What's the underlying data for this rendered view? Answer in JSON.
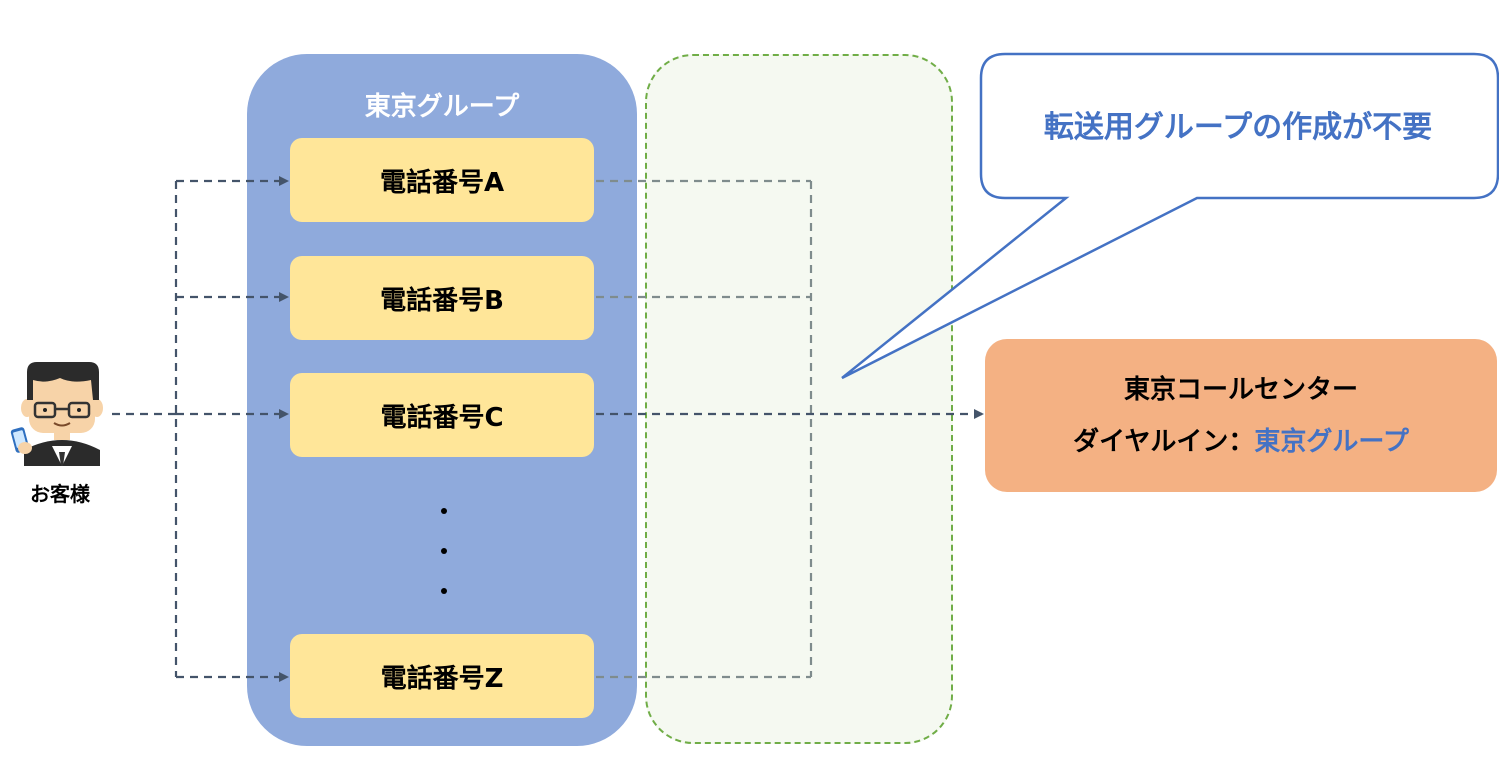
{
  "customer": {
    "label": "お客様"
  },
  "group": {
    "title": "東京グループ",
    "phones": [
      "電話番号A",
      "電話番号B",
      "電話番号C",
      "電話番号Z"
    ],
    "ellipsis": [
      ".",
      ".",
      "."
    ]
  },
  "callout": {
    "text": "転送用グループの作成が不要"
  },
  "call_center": {
    "name": "東京コールセンター",
    "dialin_prefix": "ダイヤルイン：",
    "dialin_group": "東京グループ"
  },
  "colors": {
    "group_panel": "#8faadc",
    "phone_box": "#ffe699",
    "call_center": "#f4b183",
    "callout_accent": "#4472c4",
    "green_border": "#70ad47",
    "connector": "#44546a"
  }
}
